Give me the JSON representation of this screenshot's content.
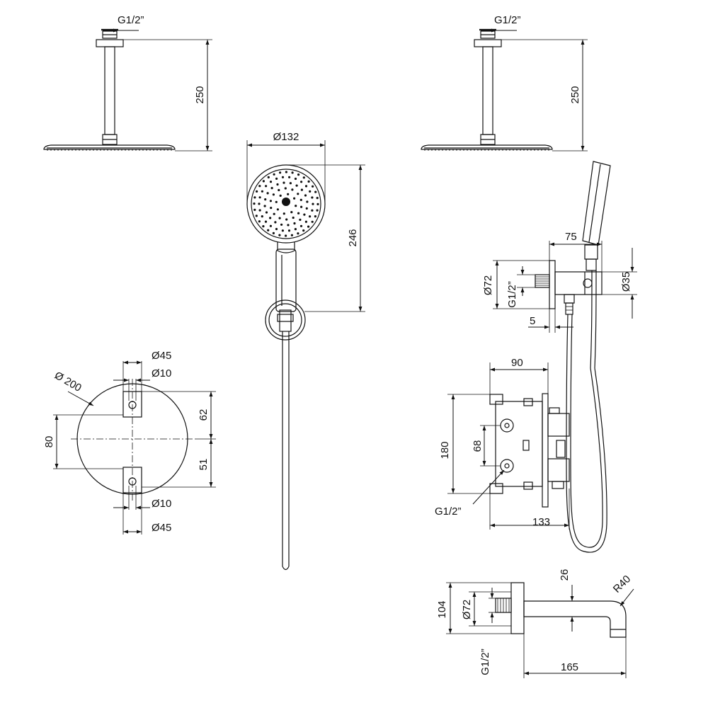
{
  "colors": {
    "line": "#111111",
    "background": "#ffffff"
  },
  "labels": {
    "tl_thread": "G1/2”",
    "tl_height": "250",
    "tr_thread": "G1/2”",
    "tr_height": "250",
    "hs_diameter": "Ø132",
    "hs_length": "246",
    "tb_75": "75",
    "tb_72": "Ø72",
    "tb_g12": "G1/2”",
    "tb_35": "Ø35",
    "tb_5": "5",
    "pl_d45_top": "Ø45",
    "pl_d10_top": "Ø10",
    "pl_d200": "Ø 200",
    "pl_62": "62",
    "pl_80": "80",
    "pl_51": "51",
    "pl_d10_bot": "Ø10",
    "pl_d45_bot": "Ø45",
    "vb_90": "90",
    "vb_180": "180",
    "vb_68": "68",
    "vb_g12": "G1/2”",
    "vb_133": "133",
    "sp_26": "26",
    "sp_r40": "R40",
    "sp_104": "104",
    "sp_72": "Ø72",
    "sp_g12": "G1/2”",
    "sp_165": "165"
  }
}
